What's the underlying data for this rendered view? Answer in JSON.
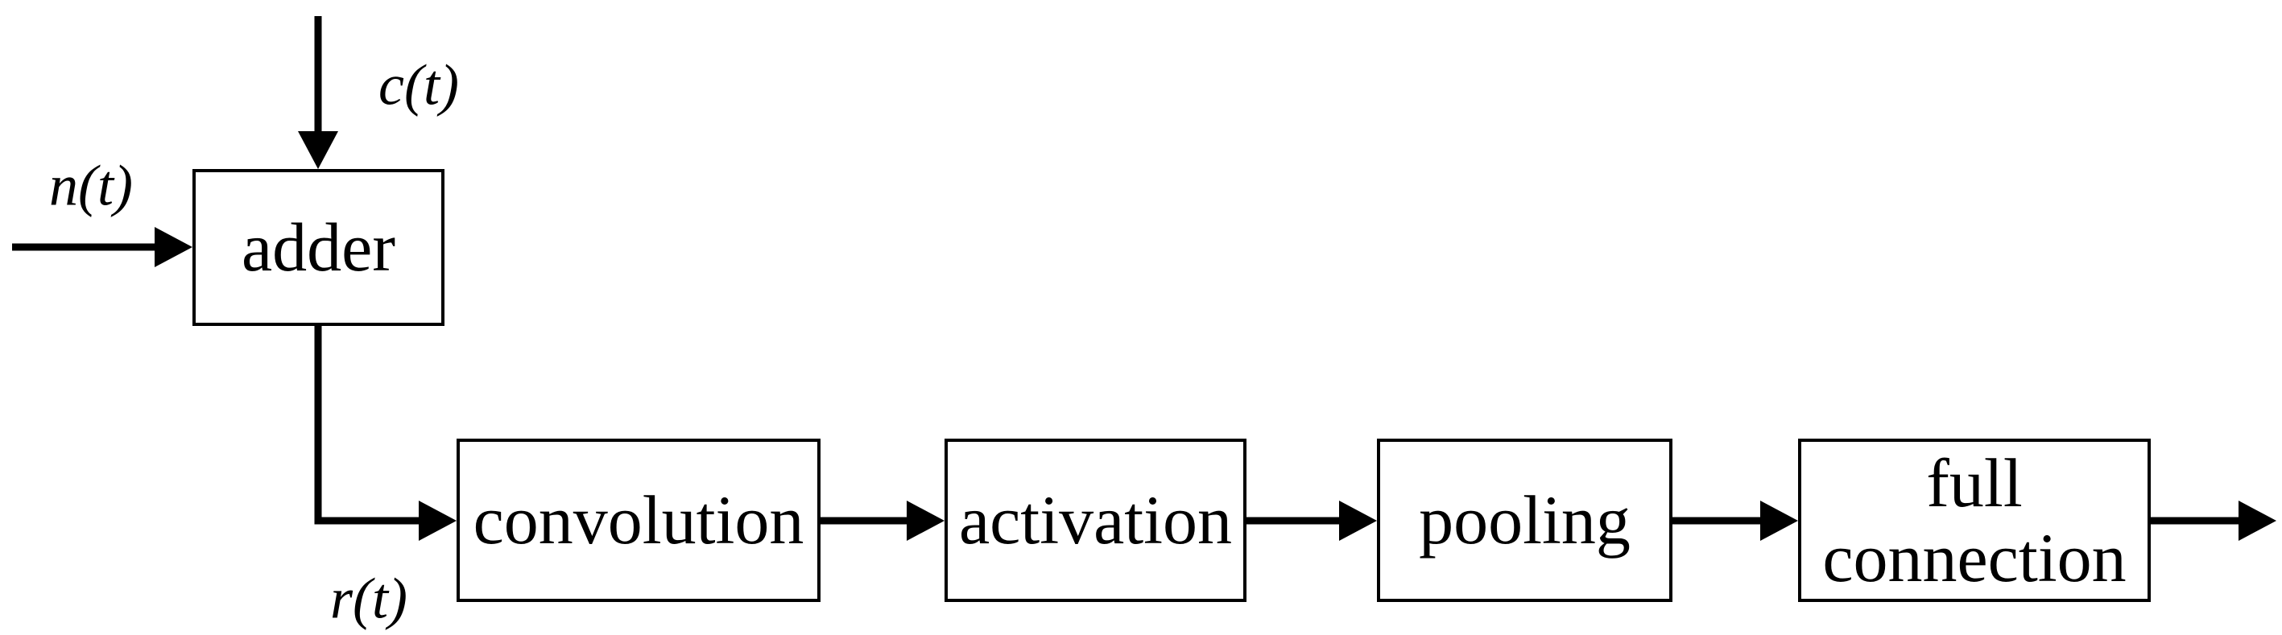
{
  "diagram": {
    "colors": {
      "background": "#ffffff",
      "stroke": "#000000",
      "text": "#000000"
    },
    "nodes": [
      {
        "id": "adder",
        "label": "adder"
      },
      {
        "id": "convolution",
        "label": "convolution"
      },
      {
        "id": "activation",
        "label": "activation"
      },
      {
        "id": "pooling",
        "label": "pooling"
      },
      {
        "id": "full-connection",
        "label": "full connection",
        "lines": [
          "full",
          "connection"
        ]
      }
    ],
    "signals": {
      "c": "c(t)",
      "n": "n(t)",
      "r": "r(t)"
    },
    "edges": [
      {
        "from": "c(t) input",
        "to": "adder"
      },
      {
        "from": "n(t) input",
        "to": "adder"
      },
      {
        "from": "adder",
        "to": "convolution",
        "label": "r(t)"
      },
      {
        "from": "convolution",
        "to": "activation"
      },
      {
        "from": "activation",
        "to": "pooling"
      },
      {
        "from": "pooling",
        "to": "full connection"
      },
      {
        "from": "full connection",
        "to": "output"
      }
    ]
  }
}
